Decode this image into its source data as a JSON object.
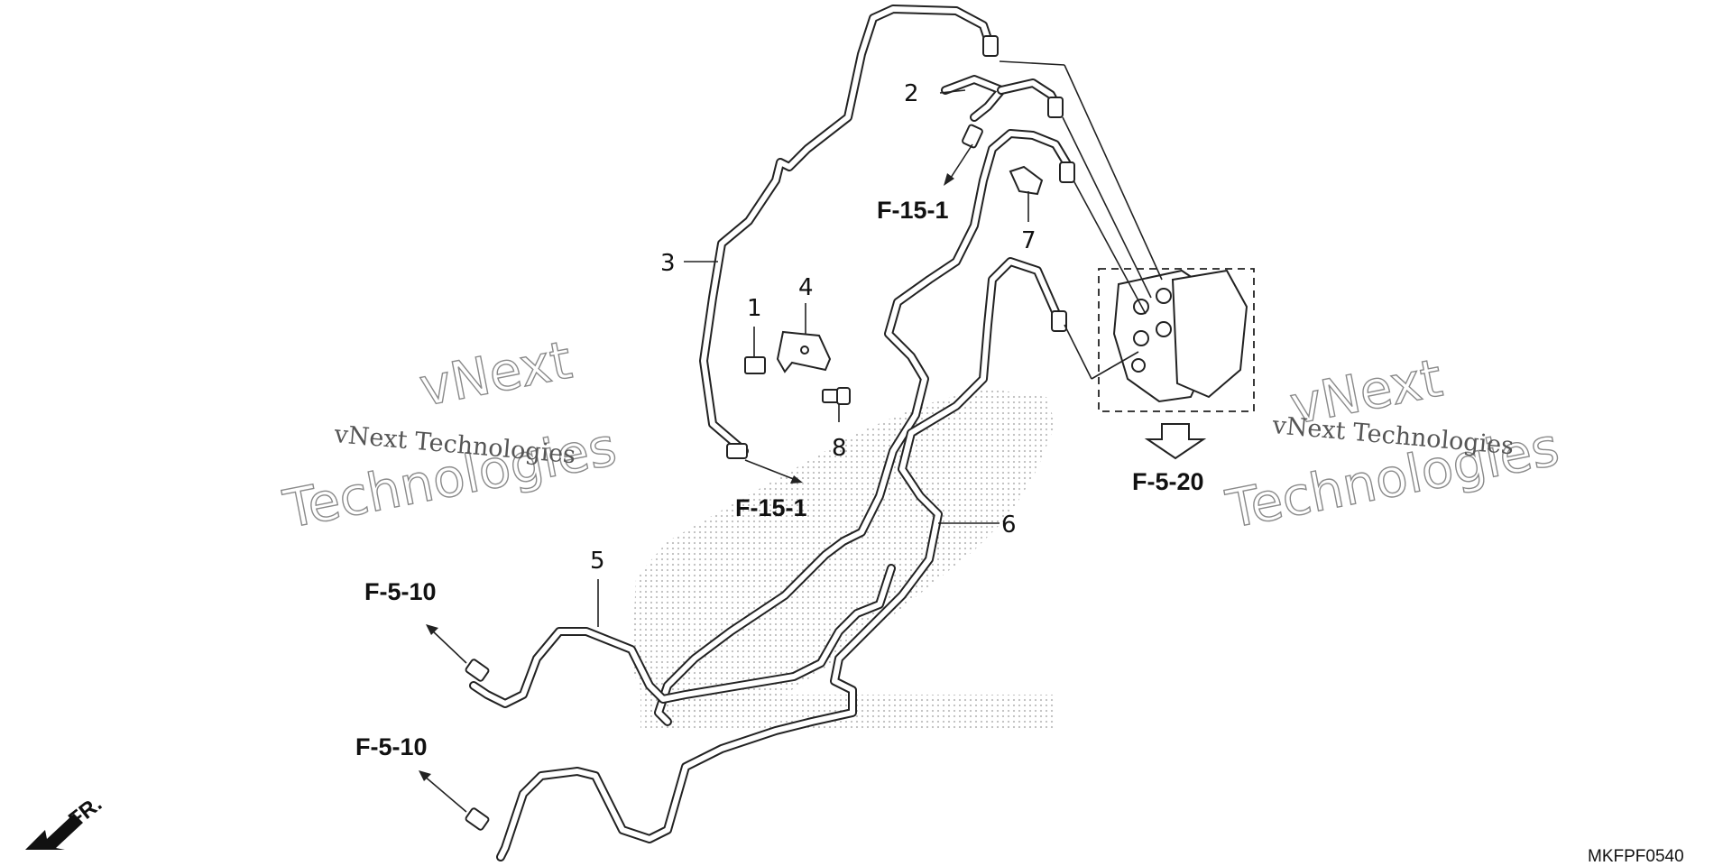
{
  "drawing_code": "MKFPF0540",
  "watermark": {
    "small_text": "vNext Technologies",
    "big_line1": "vNext",
    "big_line2": "Technologies"
  },
  "callouts": [
    "1",
    "2",
    "3",
    "4",
    "5",
    "6",
    "7",
    "8"
  ],
  "references": {
    "f_15_1": "F-15-1",
    "f_5_10": "F-5-10",
    "f_5_20": "F-5-20"
  },
  "direction_label": "FR.",
  "colors": {
    "line": "#222222",
    "background": "#ffffff",
    "watermark": "#8a8a8a"
  }
}
